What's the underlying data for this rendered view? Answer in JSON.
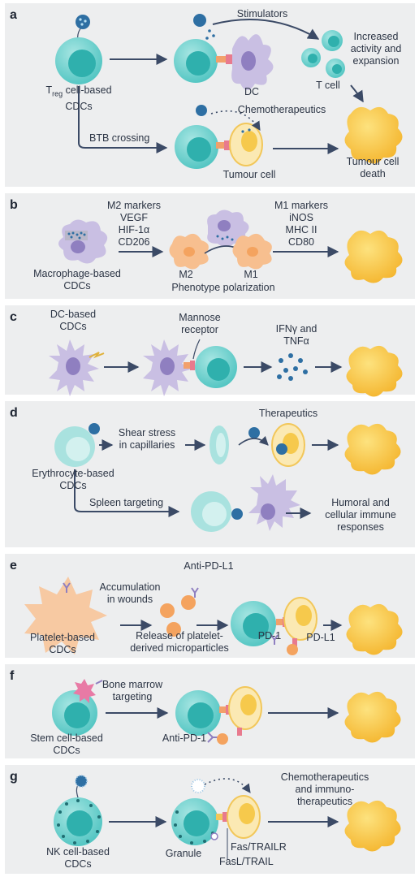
{
  "panels": {
    "a": {
      "label": "a",
      "source_prefix": "T",
      "source_sub": "reg",
      "source_suffix": " cell-based",
      "source_line2": "CDCs",
      "stimulators": "Stimulators",
      "dc": "DC",
      "increased_l1": "Increased",
      "increased_l2": "activity and",
      "increased_l3": "expansion",
      "tcell": "T cell",
      "chemo": "Chemotherapeutics",
      "btb": "BTB crossing",
      "tumour_cell": "Tumour cell",
      "death_l1": "Tumour cell",
      "death_l2": "death"
    },
    "b": {
      "label": "b",
      "m2_markers": [
        "M2 markers",
        "VEGF",
        "HIF-1α",
        "CD206"
      ],
      "m1_markers": [
        "M1 markers",
        "iNOS",
        "MHC II",
        "CD80"
      ],
      "source_l1": "Macrophage-based",
      "source_l2": "CDCs",
      "m2": "M2",
      "m1": "M1",
      "polarization": "Phenotype polarization"
    },
    "c": {
      "label": "c",
      "source_l1": "DC-based",
      "source_l2": "CDCs",
      "mannose_l1": "Mannose",
      "mannose_l2": "receptor",
      "ifn_l1": "IFNγ and",
      "ifn_l2": "TNFα"
    },
    "d": {
      "label": "d",
      "shear_l1": "Shear stress",
      "shear_l2": "in capillaries",
      "therapeutics": "Therapeutics",
      "source_l1": "Erythrocyte-based",
      "source_l2": "CDCs",
      "spleen": "Spleen targeting",
      "humoral_l1": "Humoral and",
      "humoral_l2": "cellular immune",
      "humoral_l3": "responses"
    },
    "e": {
      "label": "e",
      "anti_pdl1": "Anti-PD-L1",
      "accum_l1": "Accumulation",
      "accum_l2": "in wounds",
      "source_l1": "Platelet-based",
      "source_l2": "CDCs",
      "release_l1": "Release of platelet-",
      "release_l2": "derived microparticles",
      "pd1": "PD-1",
      "pdl1": "PD-L1"
    },
    "f": {
      "label": "f",
      "bone_l1": "Bone marrow",
      "bone_l2": "targeting",
      "source_l1": "Stem cell-based",
      "source_l2": "CDCs",
      "anti_pd1": "Anti-PD-1"
    },
    "g": {
      "label": "g",
      "chemo_l1": "Chemotherapeutics",
      "chemo_l2": "and immuno-",
      "chemo_l3": "therapeutics",
      "source_l1": "NK cell-based",
      "source_l2": "CDCs",
      "granule": "Granule",
      "fas": "Fas/TRAILR",
      "fasl": "FasL/TRAIL"
    }
  },
  "colors": {
    "panel_bg": "#edeeef",
    "arrow": "#3b4a66",
    "teal_cell": "#6fd0cd",
    "teal_nucleus": "#2fb0ad",
    "dc_purple": "#c9bfe3",
    "tumour_yellow": "#f6c94c",
    "tumour_cell_fill": "#fbe9b3",
    "macrophage_orange": "#f7bf8f",
    "platelet_peach": "#f7c9a2",
    "drug_blue": "#2e6fa3",
    "receptor_pink": "#e87a8e"
  }
}
